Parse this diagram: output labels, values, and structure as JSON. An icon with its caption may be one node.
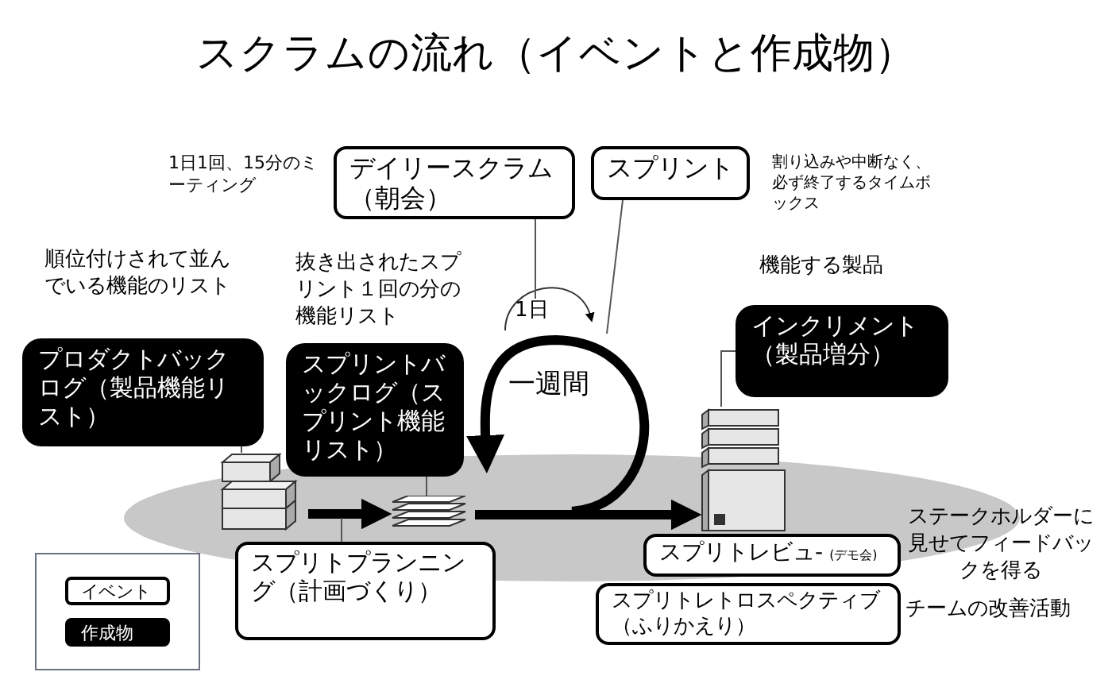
{
  "diagram": {
    "title": "スクラムの流れ（イベントと作成物）",
    "nodes": [
      {
        "text": [
          "デイリースクラム（朝会）"
        ],
        "beside": [
          "1日1回、15分のミーティング"
        ]
      },
      {
        "text": [
          "スプリント"
        ],
        "beside": [
          "割り込みや中断なく、必ず終了するタイムボックス"
        ]
      },
      {
        "text": [
          "プロダクトバックログ（製品機能リスト）"
        ],
        "beside": [
          "順位付けされて並んでいる機能のリスト"
        ]
      },
      {
        "text": [
          "スプリントバックログ（スプリント機能リスト）"
        ],
        "beside": [
          "抜き出されたスプリント１回の分の機能リスト"
        ]
      },
      {
        "text": [
          "インクリメント（製品増分）"
        ],
        "beside": [
          "機能する製品"
        ]
      },
      {
        "text": [],
        "shape": "picture"
      },
      {
        "text": [],
        "shape": "picture"
      },
      {
        "text": [],
        "shape": "picture"
      },
      {
        "text": [
          "スプリトプランニング（計画づくり）"
        ]
      },
      {
        "text": [
          "スプリトレビュ-",
          "(デモ会)"
        ],
        "beside": [
          "ステークホルダーに見せてフィードバックを得る"
        ]
      },
      {
        "text": [
          "スプリトレトロスペクティブ（ふりかえり）"
        ],
        "beside": [
          "チームの改善活動"
        ]
      },
      {
        "text": [
          "1日"
        ]
      }
    ],
    "edges": [
      {
        "from": 5,
        "to": 6,
        "arrow": "to",
        "style": "thick"
      },
      {
        "from": 6,
        "to": 7,
        "arrow": "to",
        "style": "thick"
      },
      {
        "from": 2,
        "to": 5,
        "arrow": "none"
      },
      {
        "from": 3,
        "to": 6,
        "arrow": "none"
      },
      {
        "from": 4,
        "to": 7,
        "arrow": "none"
      },
      {
        "from": 0,
        "to": 11,
        "arrow": "none"
      },
      {
        "from": 1,
        "to": null,
        "arrow": "none"
      },
      {
        "from": 8,
        "to": null,
        "arrow": "none"
      }
    ],
    "labels": [
      "一週間"
    ],
    "legend": [
      {
        "text": "イベント",
        "color": "#ffffff"
      },
      {
        "text": "作成物",
        "color": "#000000"
      }
    ]
  }
}
